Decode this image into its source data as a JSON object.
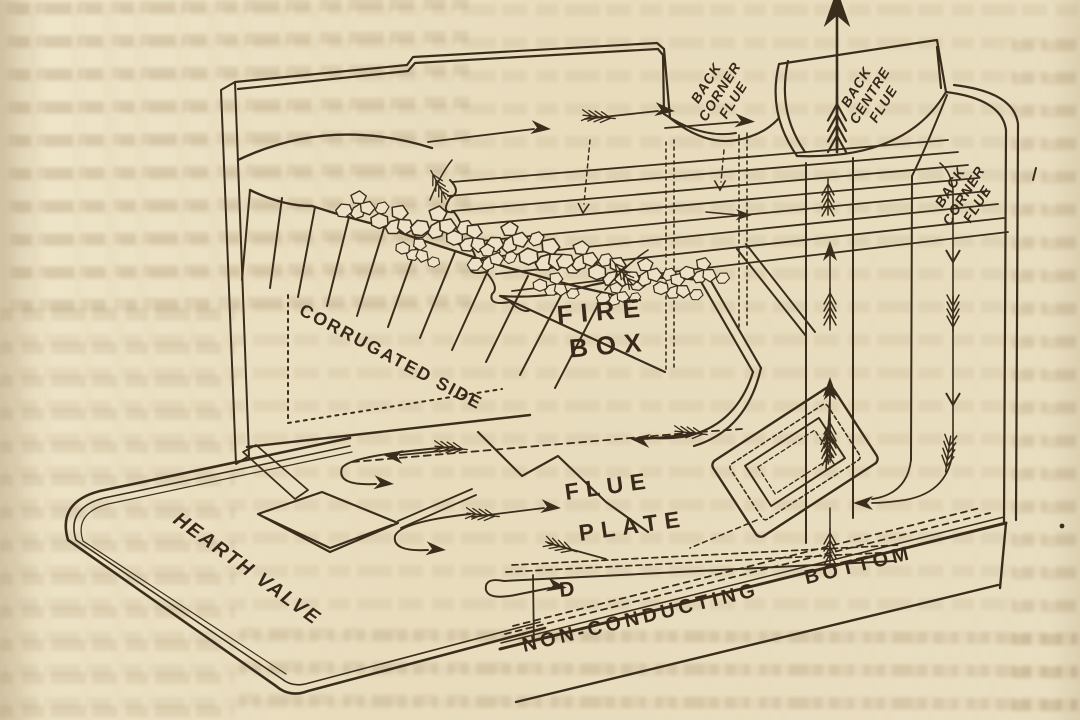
{
  "page": {
    "paper_color": "#e9ddbe",
    "ink_color": "#3a2d1b",
    "description": "Engraved cutaway diagram of a stove fire box with flue system"
  },
  "diagram": {
    "labels": {
      "back_corner_flue_left": {
        "lines": [
          "BACK",
          "CORNER",
          "FLUE"
        ]
      },
      "back_centre_flue": {
        "lines": [
          "BACK",
          "CENTRE",
          "FLUE"
        ]
      },
      "back_corner_flue_right": {
        "lines": [
          "BACK",
          "CORNER",
          "FLUE"
        ]
      },
      "fire_box": {
        "lines": [
          "FIRE",
          "BOX"
        ]
      },
      "corrugated_side": {
        "text": "CORRUGATED SIDE"
      },
      "flue_plate": {
        "lines": [
          "FLUE",
          "PLATE"
        ]
      },
      "hearth_valve": {
        "text": "HEARTH VALVE"
      },
      "non_conducting_bottom": {
        "text": "NON-CONDUCTING BOTTOM"
      },
      "point_d": {
        "text": "D"
      }
    }
  }
}
